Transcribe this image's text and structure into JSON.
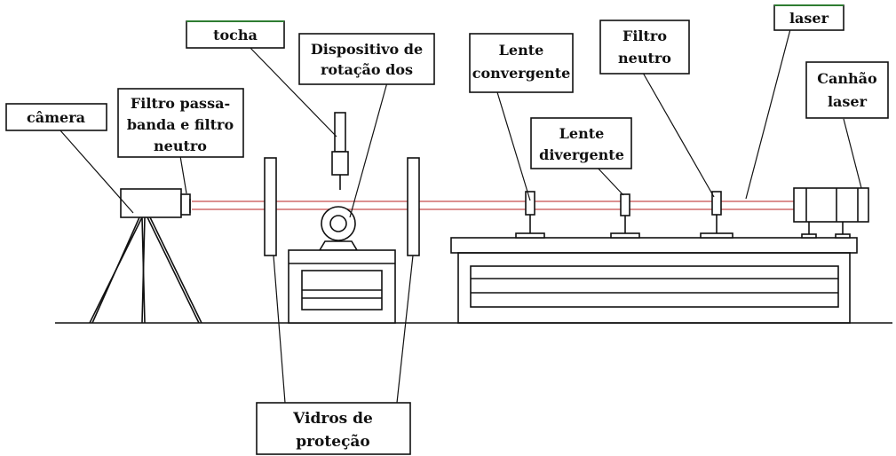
{
  "labels": {
    "camera": "câmera",
    "filter_bandpass": [
      "Filtro passa-",
      "banda e filtro",
      "neutro"
    ],
    "torch": "tocha",
    "rotation_device": [
      "Dispositivo de",
      "rotação dos"
    ],
    "converging_lens": [
      "Lente",
      "convergente"
    ],
    "diverging_lens": [
      "Lente",
      "divergente"
    ],
    "neutral_filter": [
      "Filtro",
      "neutro"
    ],
    "laser": "laser",
    "laser_cannon": [
      "Canhão",
      "laser"
    ],
    "protection_glass": [
      "Vidros de",
      "proteção"
    ]
  },
  "colors": {
    "beam": "#d06c6c",
    "accent_box": "#2e7d32",
    "stroke": "#111111"
  }
}
